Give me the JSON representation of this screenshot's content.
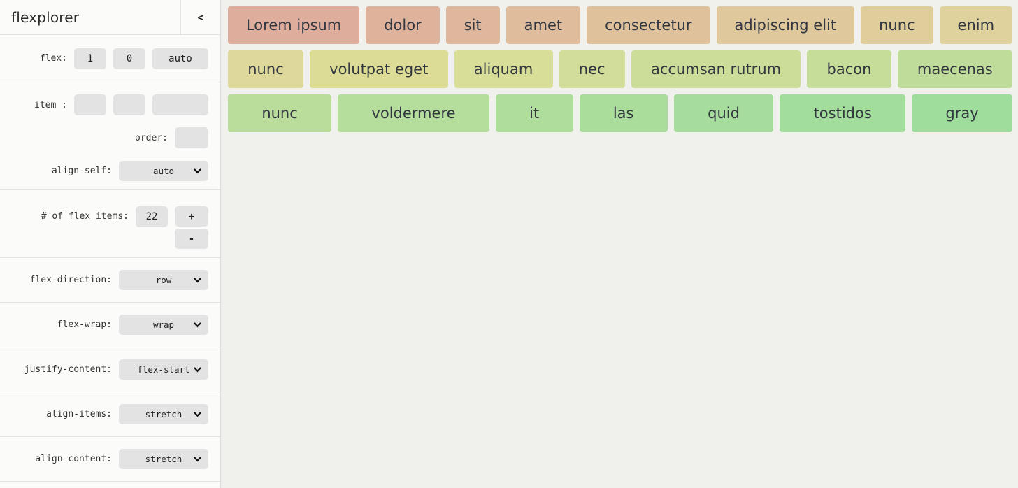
{
  "sidebar": {
    "title": "flexplorer",
    "collapse_button": "<",
    "controls": {
      "flex": {
        "label": "flex:",
        "grow": "1",
        "shrink": "0",
        "basis": "auto"
      },
      "item": {
        "label": "item :",
        "values": [
          "",
          "",
          ""
        ]
      },
      "order": {
        "label": "order:",
        "value": ""
      },
      "align_self": {
        "label": "align-self:",
        "value": "auto"
      },
      "count": {
        "label": "# of flex items:",
        "value": "22",
        "plus": "+",
        "minus": "-"
      },
      "flex_direction": {
        "label": "flex-direction:",
        "value": "row"
      },
      "flex_wrap": {
        "label": "flex-wrap:",
        "value": "wrap"
      },
      "justify_content": {
        "label": "justify-content:",
        "value": "flex-start"
      },
      "align_items": {
        "label": "align-items:",
        "value": "stretch"
      },
      "align_content": {
        "label": "align-content:",
        "value": "stretch"
      }
    }
  },
  "main": {
    "rows": [
      [
        {
          "label": "Lorem ipsum",
          "color": "#dfad9c"
        },
        {
          "label": "dolor",
          "color": "#dfb29c"
        },
        {
          "label": "sit",
          "color": "#dfb79c"
        },
        {
          "label": "amet",
          "color": "#dfbd9c"
        },
        {
          "label": "consectetur",
          "color": "#dfc29c"
        },
        {
          "label": "adipiscing elit",
          "color": "#dfc89c"
        },
        {
          "label": "nunc",
          "color": "#dfcd9c"
        },
        {
          "label": "enim",
          "color": "#dfd29c"
        }
      ],
      [
        {
          "label": "nunc",
          "color": "#ded89a"
        },
        {
          "label": "volutpat eget",
          "color": "#dcdc96"
        },
        {
          "label": "aliquam",
          "color": "#d8dd98"
        },
        {
          "label": "nec",
          "color": "#d2dd9a"
        },
        {
          "label": "accumsan rutrum",
          "color": "#ccdd9a"
        },
        {
          "label": "bacon",
          "color": "#c6dd9a"
        },
        {
          "label": "maecenas",
          "color": "#c0dc9b"
        }
      ],
      [
        {
          "label": "nunc",
          "color": "#badd9b"
        },
        {
          "label": "voldermere",
          "color": "#b5dd9b"
        },
        {
          "label": "it",
          "color": "#afdd9b"
        },
        {
          "label": "las",
          "color": "#aadd9b"
        },
        {
          "label": "quid",
          "color": "#a6dd9c"
        },
        {
          "label": "tostidos",
          "color": "#a2dd9c"
        },
        {
          "label": "gray",
          "color": "#9edd9c"
        }
      ]
    ]
  },
  "theme": {
    "sidebar_bg": "#fbfbf9",
    "main_bg": "#f0f0ed",
    "control_bg": "#e3e3e3",
    "separator": "#e4e4e0",
    "item_text": "#333740"
  }
}
